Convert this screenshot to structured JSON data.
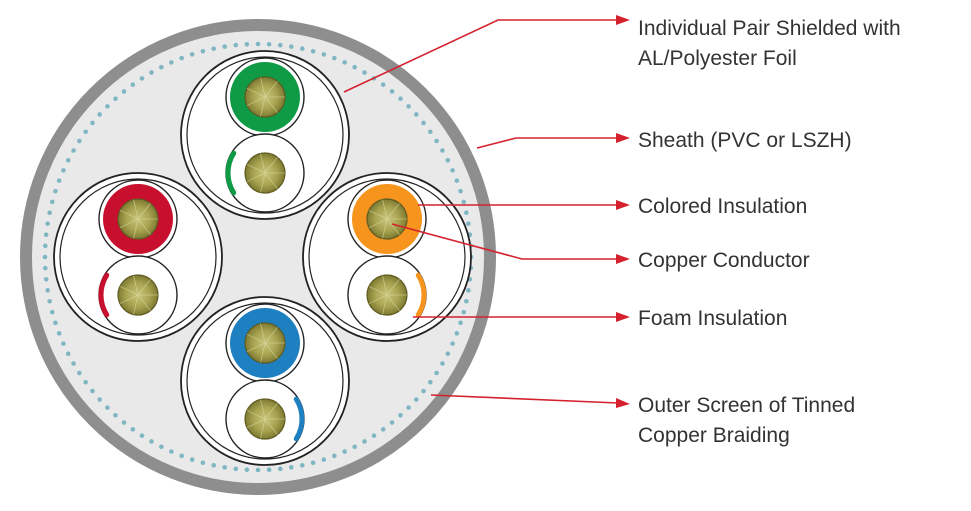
{
  "labels": {
    "pair_shield_line1": "Individual Pair Shielded with",
    "pair_shield_line2": "AL/Polyester Foil",
    "sheath": "Sheath (PVC or LSZH)",
    "colored_insulation": "Colored Insulation",
    "copper_conductor": "Copper Conductor",
    "foam_insulation": "Foam Insulation",
    "outer_screen_line1": "Outer Screen of Tinned",
    "outer_screen_line2": "Copper Braiding"
  },
  "colors": {
    "sheath": "#8e8e8e",
    "jacket_fill": "#e9e9e9",
    "braid_dots": "#7fb6c2",
    "leader_line": "#d5212e",
    "pair_green": "#0f9a46",
    "pair_red": "#c8102e",
    "pair_orange": "#f7941d",
    "pair_blue": "#1e7fc1",
    "conductor": "#9d9a48",
    "text": "#333333"
  }
}
